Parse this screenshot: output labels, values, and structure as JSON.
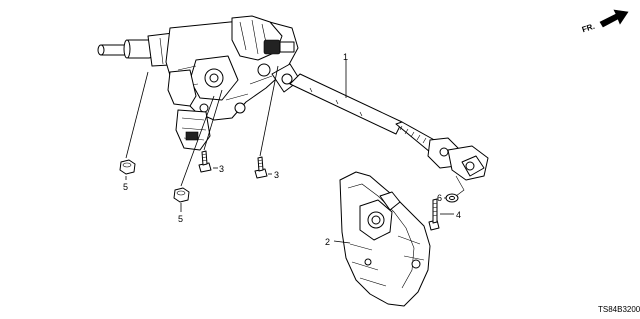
{
  "diagram": {
    "direction_label": "FR.",
    "direction_icon": "arrow-icon",
    "drawing_code": "TS84B3200",
    "callouts": {
      "steering_shaft": "1",
      "column_cover": "2",
      "bolt_left": "3",
      "bolt_right": "3",
      "bolt_joint": "4",
      "nut_left_upper": "5",
      "nut_left_lower": "5",
      "washer": "6"
    }
  }
}
